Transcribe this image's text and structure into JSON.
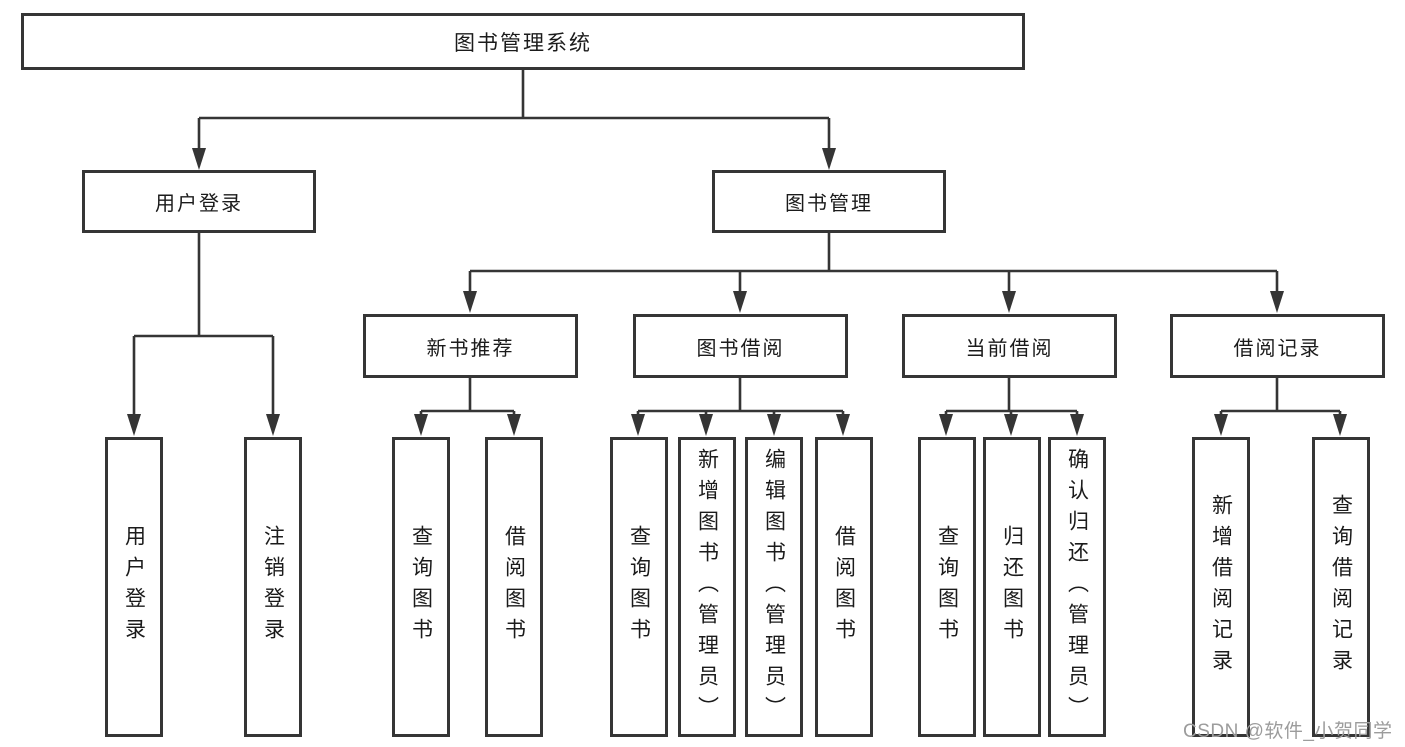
{
  "page": {
    "watermark": "CSDN @软件_小贺同学"
  },
  "colors": {
    "line": "#353535",
    "box_border": "#353535",
    "text": "#1b1b1b",
    "watermark": "#9c9c9c",
    "background": "#ffffff"
  },
  "tree": {
    "root": {
      "label": "图书管理系统"
    },
    "branches": [
      {
        "label": "用户登录",
        "children": [
          {
            "label": "用户登录"
          },
          {
            "label": "注销登录"
          }
        ]
      },
      {
        "label": "图书管理",
        "children": [
          {
            "label": "新书推荐",
            "children": [
              {
                "label": "查询图书"
              },
              {
                "label": "借阅图书"
              }
            ]
          },
          {
            "label": "图书借阅",
            "children": [
              {
                "label": "查询图书"
              },
              {
                "label": "新增图书（管理员）"
              },
              {
                "label": "编辑图书（管理员）"
              },
              {
                "label": "借阅图书"
              }
            ]
          },
          {
            "label": "当前借阅",
            "children": [
              {
                "label": "查询图书"
              },
              {
                "label": "归还图书"
              },
              {
                "label": "确认归还（管理员）"
              }
            ]
          },
          {
            "label": "借阅记录",
            "children": [
              {
                "label": "新增借阅记录"
              },
              {
                "label": "查询借阅记录"
              }
            ]
          }
        ]
      }
    ]
  }
}
